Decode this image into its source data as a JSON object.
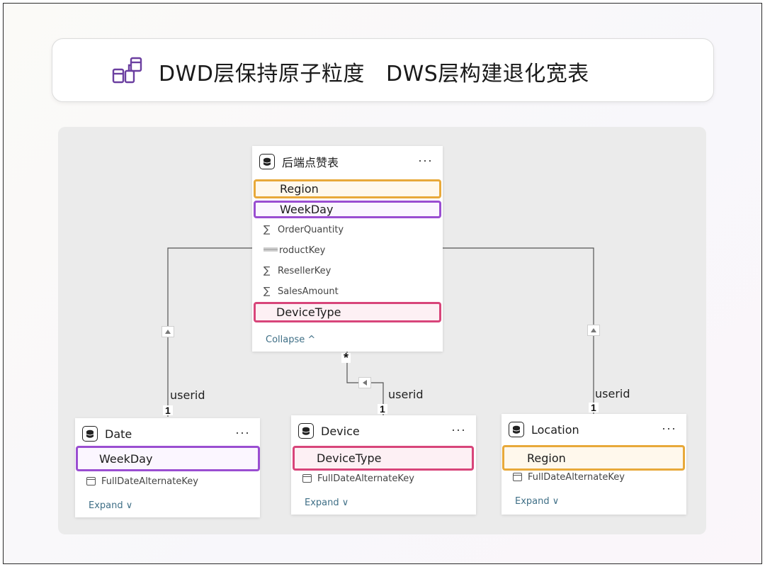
{
  "header": {
    "title": "DWD层保持原子粒度   DWS层构建退化宽表",
    "icon": "table-relationship-icon",
    "accent_color": "#6b3fa0"
  },
  "tables": {
    "fact": {
      "name": "后端点赞表",
      "menu": "···",
      "highlighted_top": [
        "Region",
        "WeekDay"
      ],
      "fields": [
        {
          "symbol": "∑",
          "label": "OrderQuantity"
        },
        {
          "symbol": "",
          "label": "roductKey"
        },
        {
          "symbol": "∑",
          "label": "ResellerKey"
        },
        {
          "symbol": "∑",
          "label": "SalesAmount"
        }
      ],
      "highlighted_bottom": "DeviceType",
      "toggle": "Collapse ^"
    },
    "date": {
      "name": "Date",
      "menu": "···",
      "highlighted": "WeekDay",
      "field": "FullDateAlternateKey",
      "toggle": "Expand ∨"
    },
    "device": {
      "name": "Device",
      "menu": "···",
      "highlighted": "DeviceType",
      "field": "FullDateAlternateKey",
      "toggle": "Expand ∨"
    },
    "location": {
      "name": "Location",
      "menu": "···",
      "highlighted": "Region",
      "field": "FullDateAlternateKey",
      "toggle": "Expand ∨"
    }
  },
  "relationships": {
    "date_key": "userid",
    "device_key": "userid",
    "location_key": "userid",
    "one": "1",
    "many": "*"
  },
  "colors": {
    "orange": "#e8a93a",
    "purple": "#9a4ed1",
    "pink": "#d8457a"
  }
}
